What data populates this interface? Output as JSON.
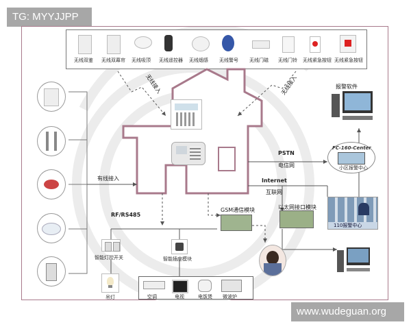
{
  "watermark_left": "TG: MYYJJPP",
  "watermark_right": "www.wudeguan.org",
  "top_devices": [
    "无线双鉴",
    "无线双幕帘",
    "无线吸顶",
    "无线遥控器",
    "无线烟感",
    "无线警号",
    "无线门磁",
    "无线门铃",
    "无线紧急按钮",
    "无线紧急按钮"
  ],
  "labels": {
    "wireless_access_left": "无线接入",
    "wireless_access_right": "无线接入",
    "wired_access": "有线接入",
    "alarm_software": "报警软件",
    "pstn": "PSTN",
    "telecom_network": "电信网",
    "internet": "Internet",
    "internet_cn": "互联网",
    "center_title": "FC-160-Center",
    "center_sub": "小区报警中心",
    "police_center": "110报警中心",
    "rs485": "RF/RS485",
    "gsm_module": "GSM通信模块",
    "ethernet_module": "以太网接口模块",
    "smart_light_switch": "智能灯控开关",
    "smart_appliance_module": "智能插座模块",
    "bottom_light": "吊灯",
    "bottom_items": [
      "空调",
      "电视",
      "电饭煲",
      "微波炉"
    ]
  },
  "colors": {
    "frame": "#a8798b",
    "lines": "#5a5a5a",
    "house": "#a8798b"
  }
}
